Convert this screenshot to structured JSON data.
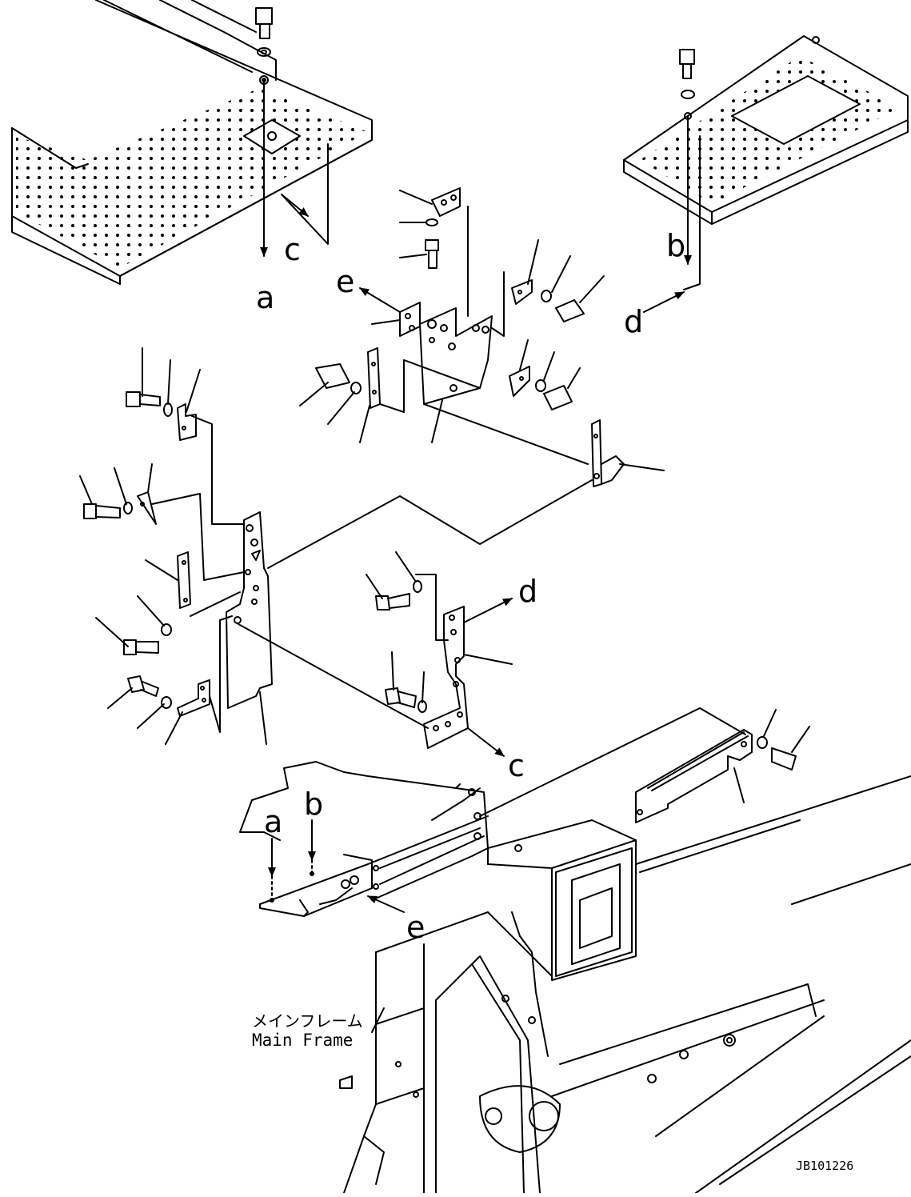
{
  "diagram": {
    "callout_letters": {
      "a_top": "a",
      "b_top": "b",
      "c_top": "c",
      "d_top": "d",
      "e_top": "e",
      "d_mid": "d",
      "c_mid": "c",
      "a_frame": "a",
      "b_frame": "b",
      "e_frame": "e"
    },
    "main_frame_label_ja": "メインフレーム",
    "main_frame_label_en": "Main Frame",
    "drawing_number": "JB101226"
  }
}
